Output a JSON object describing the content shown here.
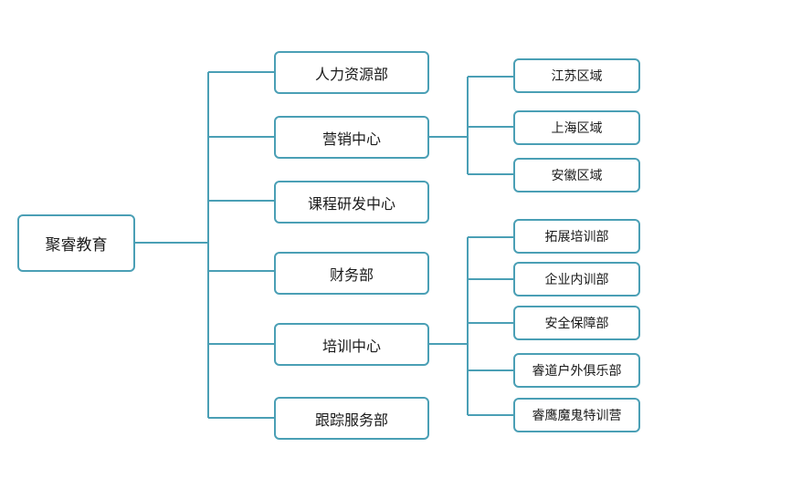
{
  "root": {
    "label": "聚睿教育"
  },
  "departments": [
    {
      "label": "人力资源部"
    },
    {
      "label": "营销中心"
    },
    {
      "label": "课程研发中心"
    },
    {
      "label": "财务部"
    },
    {
      "label": "培训中心"
    },
    {
      "label": "跟踪服务部"
    }
  ],
  "marketing_regions": [
    {
      "label": "江苏区域"
    },
    {
      "label": "上海区域"
    },
    {
      "label": "安徽区域"
    }
  ],
  "training_units": [
    {
      "label": "拓展培训部"
    },
    {
      "label": "企业内训部"
    },
    {
      "label": "安全保障部"
    },
    {
      "label": "睿道户外俱乐部"
    },
    {
      "label": "睿鹰魔鬼特训营"
    }
  ],
  "colors": {
    "line": "#4a9fb5",
    "border": "#4a9fb5"
  }
}
